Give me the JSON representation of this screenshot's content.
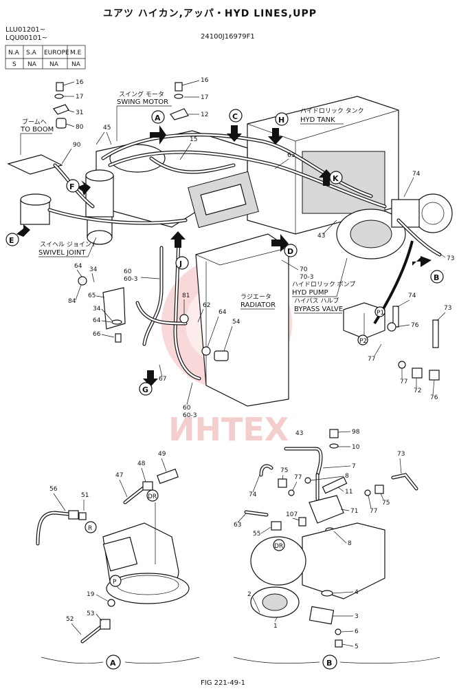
{
  "header": {
    "title": "ユアツ ハイカン,アッパ・HYD LINES,UPP",
    "serials": [
      "LLU01201~",
      "LQU00101~"
    ],
    "doc_code": "24100J16979F1"
  },
  "spec_table": {
    "headers": [
      "N.A",
      "S.A",
      "EUROPE",
      "M.E"
    ],
    "values": [
      "S",
      "NA",
      "NA",
      "NA"
    ]
  },
  "labels": {
    "to_boom_jp": "ブームへ",
    "to_boom": "TO BOOM",
    "swing_motor_jp": "スイング モータ",
    "swing_motor": "SWING MOTOR",
    "hyd_tank_jp": "ハイドロリック タンク",
    "hyd_tank": "HYD TANK",
    "swivel_jp": "スイヘル ジョイント",
    "swivel": "SWIVEL JOINT",
    "radiator_jp": "ラジエータ",
    "radiator": "RADIATOR",
    "hyd_pump_jp": "ハイドロリック ポンプ",
    "hyd_pump": "HYD PUMP",
    "bypass_jp": "ハイパス ハルブ",
    "bypass": "BYPASS VALVE",
    "watermark": "ИНТЕХ",
    "fig": "FIG 221-49-1"
  },
  "callouts": [
    "A",
    "B",
    "C",
    "D",
    "E",
    "F",
    "G",
    "H",
    "J",
    "K"
  ],
  "detail_labels": {
    "a": "A",
    "b": "B"
  },
  "port_marks": {
    "dr": "DR",
    "r": "R",
    "p": "P",
    "p1": "P1",
    "p2": "P2"
  },
  "parts": {
    "p16a": "16",
    "p17a": "17",
    "p31": "31",
    "p80": "80",
    "p90": "90",
    "p45": "45",
    "p16b": "16",
    "p17b": "17",
    "p12": "12",
    "p15": "15",
    "p63": "63",
    "p74a": "74",
    "p43": "43",
    "p73a": "73",
    "p70": "70",
    "p70_3": "70-3",
    "p64a": "64",
    "p34a": "34",
    "p84": "84",
    "p65": "65",
    "p34b": "34",
    "p64b": "64",
    "p66": "66",
    "p60a": "60",
    "p60_3a": "60-3",
    "p81": "81",
    "p62": "62",
    "p64c": "64",
    "p54": "54",
    "p67": "67",
    "p60b": "60",
    "p60_3b": "60-3",
    "p74b": "74",
    "p73b": "73",
    "p76a": "76",
    "p77a": "77",
    "p77b": "77",
    "p72": "72",
    "p76b": "76",
    "p56": "56",
    "p51": "51",
    "p47": "47",
    "p48": "48",
    "p49": "49",
    "p19": "19",
    "p53": "53",
    "p52": "52",
    "p43b": "43",
    "p98": "98",
    "p10": "10",
    "p7": "7",
    "p73c": "73",
    "p75a": "75",
    "p77c": "77",
    "p8a": "8",
    "p74c": "74",
    "p11": "11",
    "p77d": "77",
    "p75b": "75",
    "p63b": "63",
    "p107": "107",
    "p71": "71",
    "p55": "55",
    "p8b": "8",
    "p4": "4",
    "p2": "2",
    "p1": "1",
    "p3": "3",
    "p6": "6",
    "p5": "5"
  }
}
